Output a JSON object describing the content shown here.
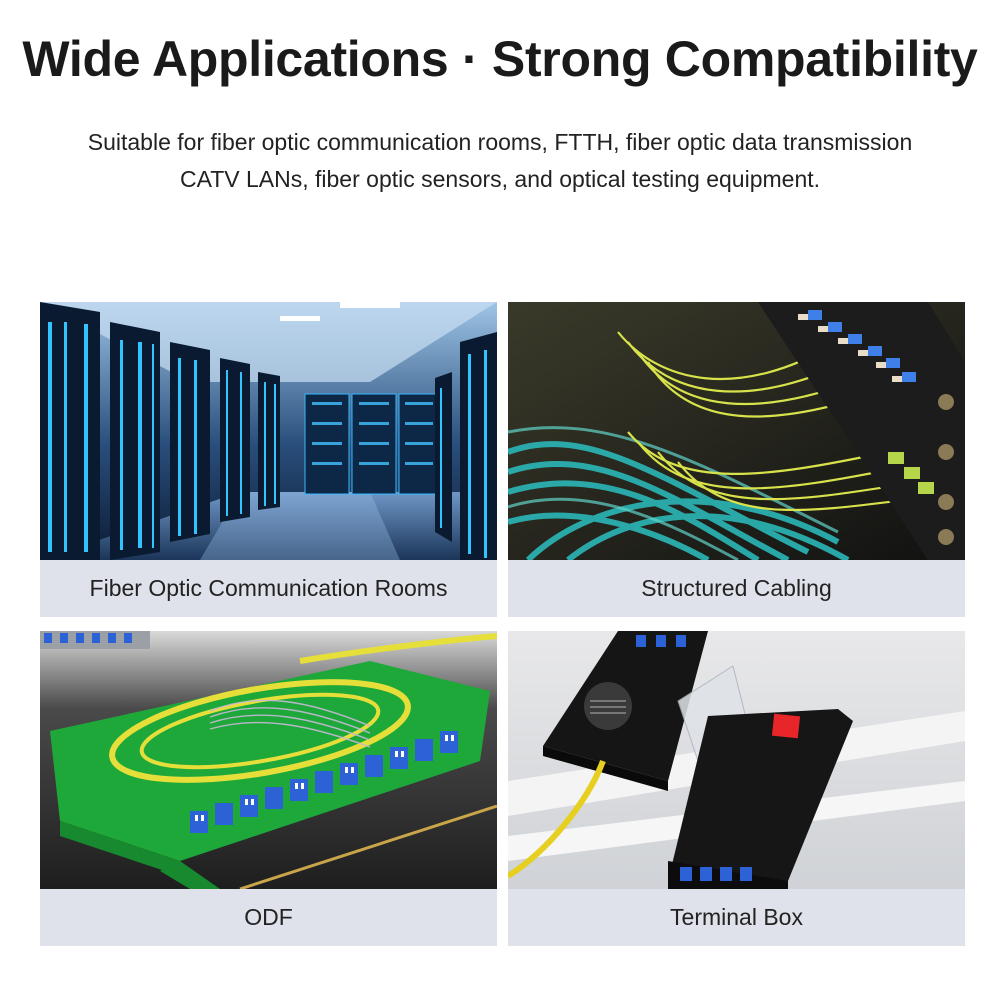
{
  "header": {
    "title": "Wide Applications · Strong Compatibility",
    "subtitle_line1": "Suitable for fiber optic communication rooms, FTTH, fiber optic data transmission",
    "subtitle_line2": "CATV LANs, fiber optic sensors, and optical testing equipment."
  },
  "cards": [
    {
      "caption": "Fiber Optic Communication Rooms",
      "image": "server-room-photo"
    },
    {
      "caption": "Structured Cabling",
      "image": "fiber-patch-cords-photo"
    },
    {
      "caption": "ODF",
      "image": "odf-splice-tray-photo"
    },
    {
      "caption": "Terminal Box",
      "image": "terminal-box-photo"
    }
  ],
  "colors": {
    "caption_bg": "#dfe2ea",
    "server_blue": "#1aa7ff",
    "fiber_yellow": "#d8e24a",
    "fiber_aqua": "#2bb7b7",
    "odf_green": "#1fa83a",
    "connector_blue": "#2d62d6",
    "box_black": "#161616",
    "alert_red": "#e8262a"
  }
}
